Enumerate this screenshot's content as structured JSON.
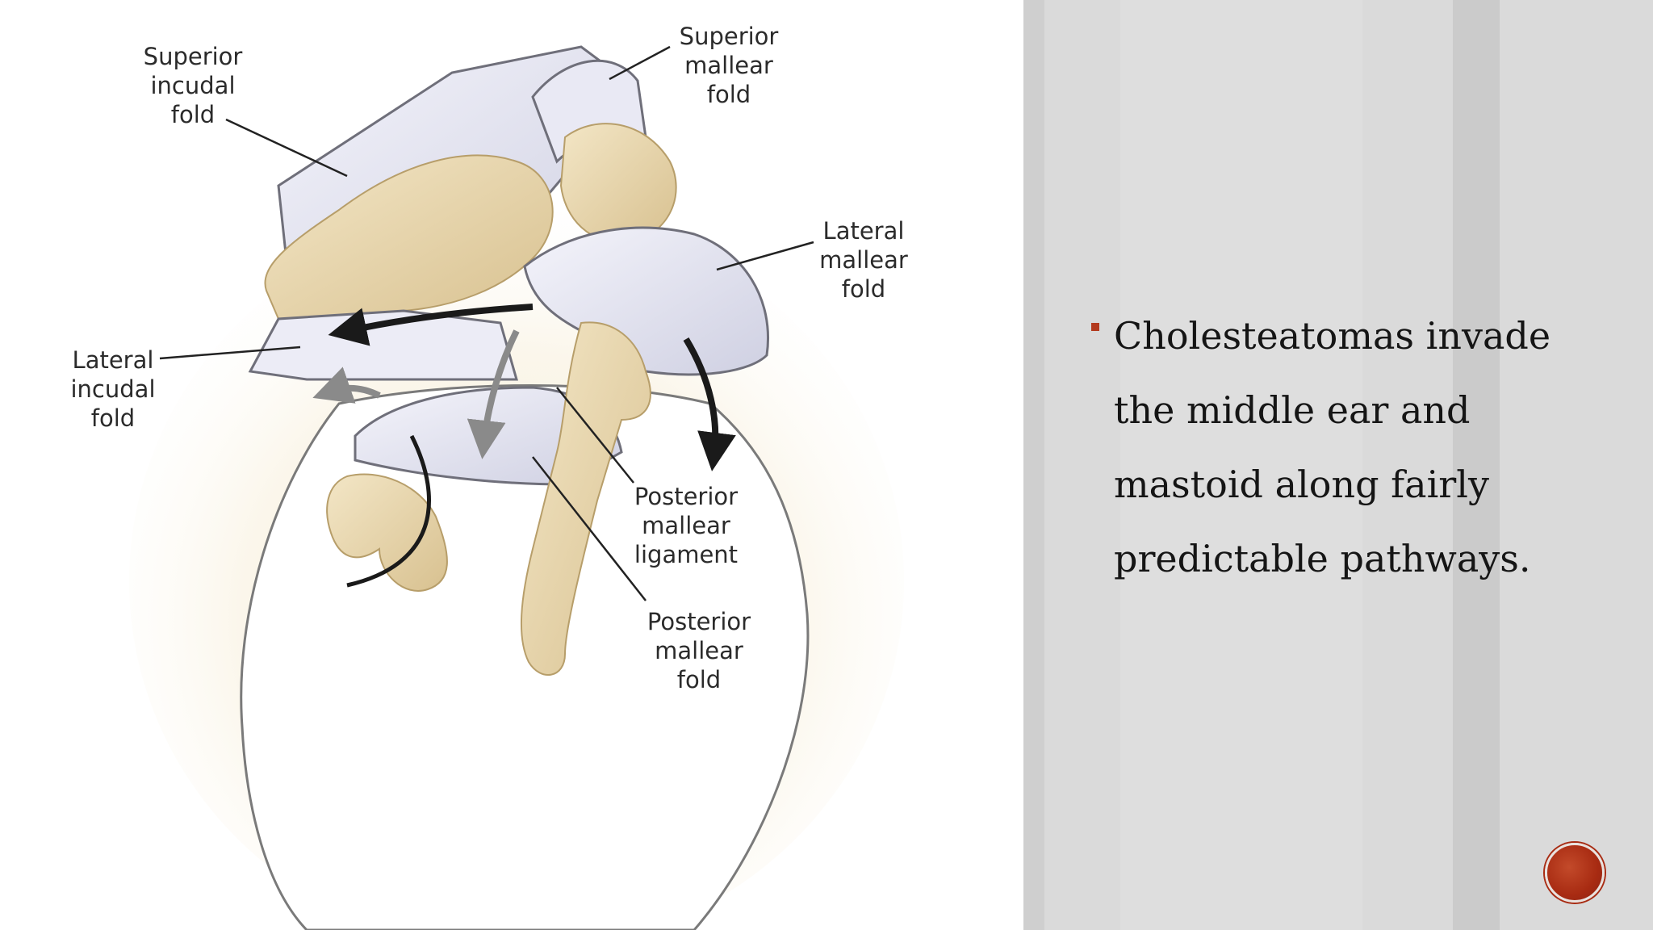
{
  "slide": {
    "figure": {
      "labels": {
        "superior_incudal_fold": [
          "Superior",
          "incudal",
          "fold"
        ],
        "superior_mallear_fold": [
          "Superior",
          "mallear",
          "fold"
        ],
        "lateral_mallear_fold": [
          "Lateral",
          "mallear",
          "fold"
        ],
        "lateral_incudal_fold": [
          "Lateral",
          "incudal",
          "fold"
        ],
        "posterior_mallear_ligament": [
          "Posterior",
          "mallear",
          "ligament"
        ],
        "posterior_mallear_fold": [
          "Posterior",
          "mallear",
          "fold"
        ]
      }
    },
    "bullets": [
      "Cholesteatomas invade the middle ear and mastoid along fairly predictable pathways."
    ],
    "colors": {
      "accent": "#b33a1e",
      "panel_background": "#dadada",
      "bone": "#ecdcb4",
      "membrane": "#e6e6f2"
    },
    "icons": {
      "nav_button": "circle-button-icon"
    }
  }
}
